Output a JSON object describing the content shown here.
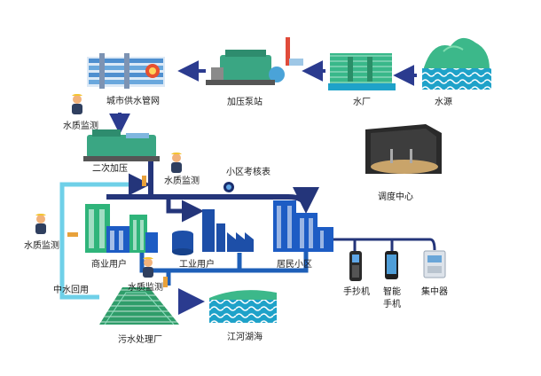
{
  "labels": {
    "water_source": "水源",
    "water_plant": "水厂",
    "pump_station": "加压泵站",
    "city_pipe_network": "城市供水管网",
    "quality_monitor_1": "水质监测",
    "secondary_pressure": "二次加压",
    "quality_monitor_2": "水质监测",
    "district_meter": "小区考核表",
    "dispatch_center": "调度中心",
    "quality_monitor_3": "水质监测",
    "commercial_users": "商业用户",
    "industrial_users": "工业用户",
    "residential_district": "居民小区",
    "reclaimed_water": "中水回用",
    "quality_monitor_4": "水质监测",
    "sewage_plant": "污水处理厂",
    "rivers_lakes_sea": "江河湖海",
    "handheld_reader": "手抄机",
    "smart_phone_line1": "智能",
    "smart_phone_line2": "手机",
    "concentrator": "集中器"
  },
  "colors": {
    "pipe_dark": "#24357a",
    "pipe_blue": "#1e5fb8",
    "pipe_light": "#6fd0e8",
    "arrow": "#2b3b8f",
    "building_blue": "#1d5cc4",
    "building_green": "#2fb47a",
    "water_green": "#3cb88a",
    "factory_green": "#2f9d6a",
    "valve_orange": "#e8a13a",
    "screen_dark": "#2a2a2a"
  },
  "icons": [
    "water-source-icon",
    "water-plant-icon",
    "pump-station-icon",
    "pipe-network-icon",
    "secondary-pressure-icon",
    "district-meter-icon",
    "dispatch-center-icon",
    "commercial-building-icon",
    "industrial-factory-icon",
    "residential-building-icon",
    "sewage-plant-icon",
    "river-lake-sea-icon",
    "handheld-reader-icon",
    "smart-phone-icon",
    "concentrator-icon",
    "worker-icon"
  ]
}
